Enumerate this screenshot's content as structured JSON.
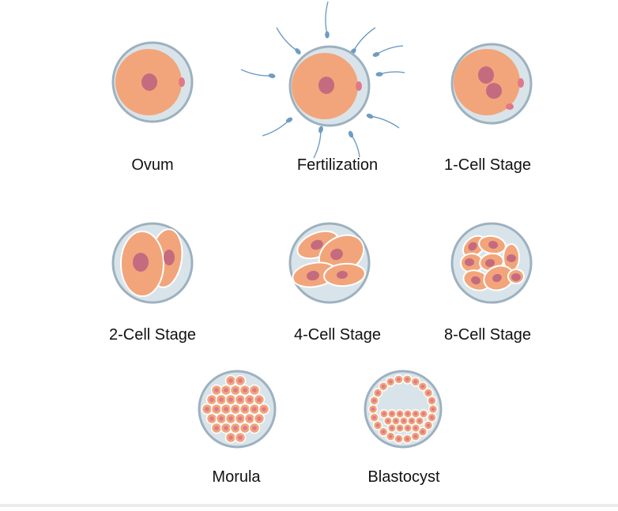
{
  "colors": {
    "zona": "#d9e4ea",
    "zona_stroke": "#9db1c0",
    "cell": "#f2a57a",
    "cell_stroke": "#ffffff",
    "nucleus": "#c56b7f",
    "sperm": "#6f9cc4",
    "polar_body": "#e0788a",
    "text": "#111111"
  },
  "stages": [
    {
      "label": "Ovum"
    },
    {
      "label": "Fertilization"
    },
    {
      "label": "1-Cell Stage"
    },
    {
      "label": "2-Cell Stage"
    },
    {
      "label": "4-Cell Stage"
    },
    {
      "label": "8-Cell Stage"
    },
    {
      "label": "Morula"
    },
    {
      "label": "Blastocyst"
    }
  ]
}
